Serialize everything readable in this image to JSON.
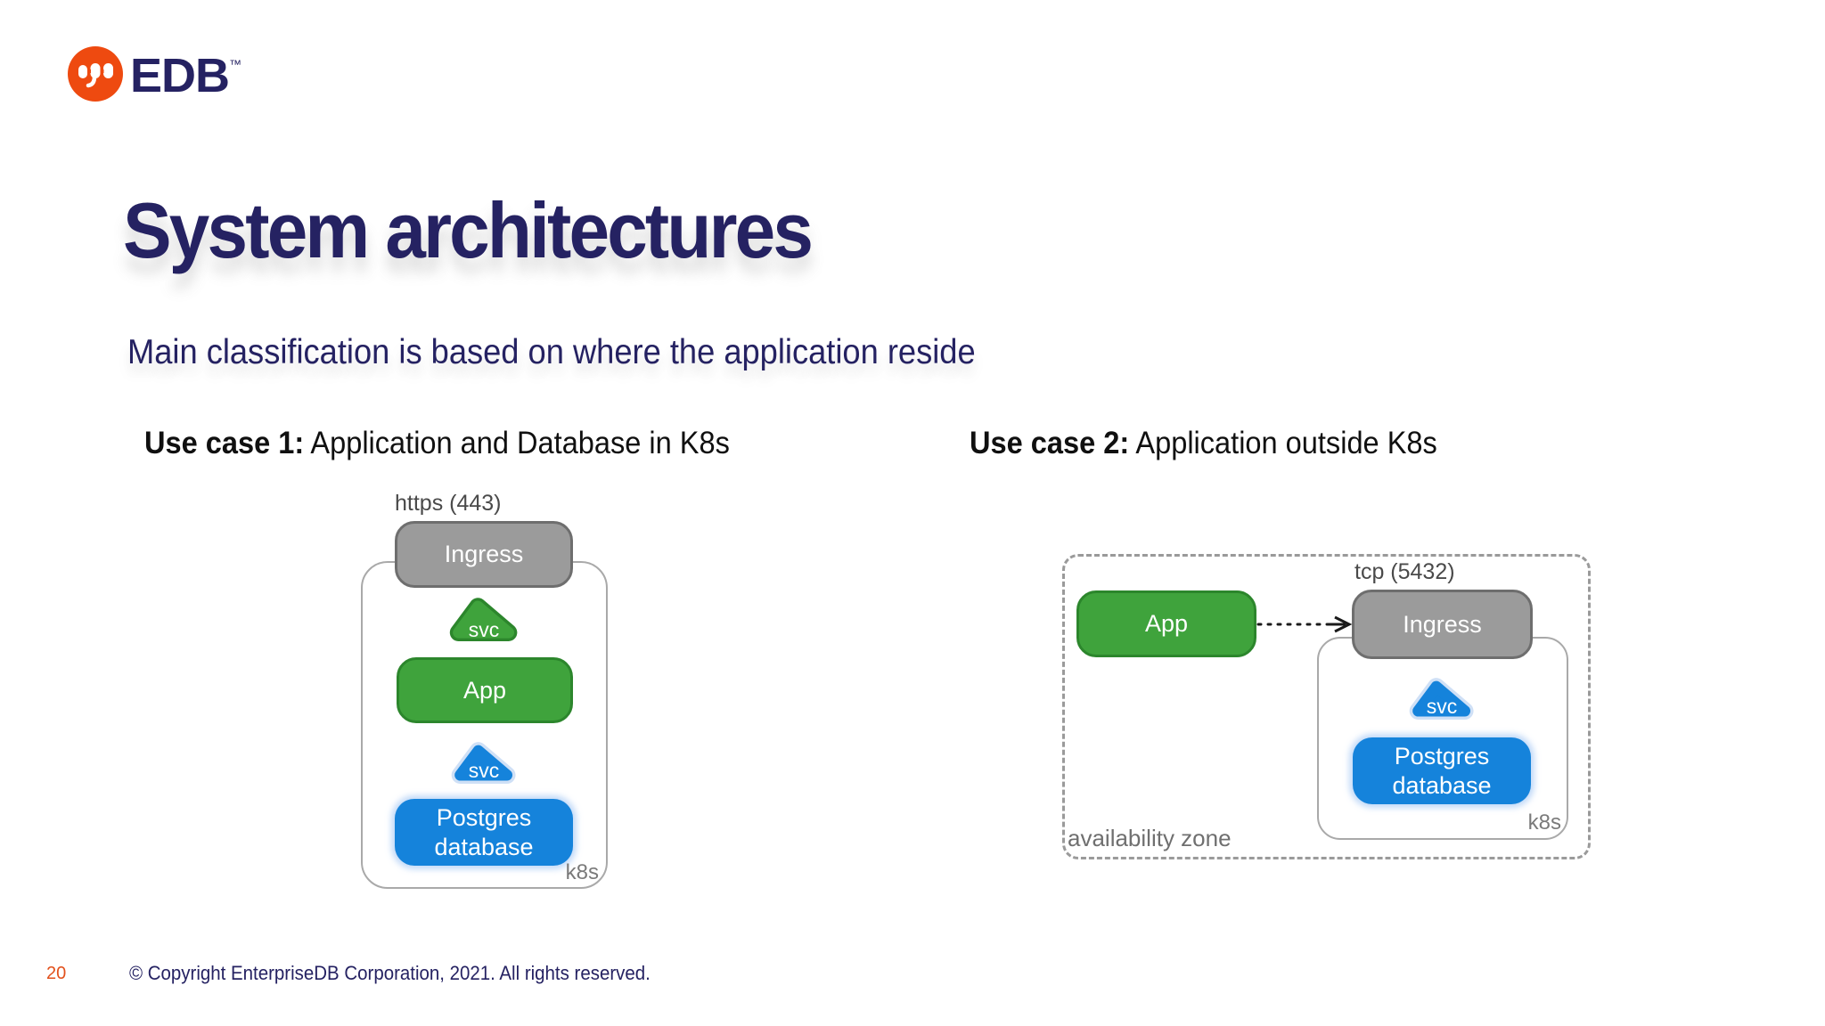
{
  "logo": {
    "brand": "EDB",
    "trademark": "™"
  },
  "slide": {
    "title": "System architectures",
    "subtitle": "Main classification is based on where the application reside",
    "use_cases": [
      {
        "label_bold": "Use case 1:",
        "label_rest": " Application and Database in K8s"
      },
      {
        "label_bold": "Use case 2:",
        "label_rest": " Application outside K8s"
      }
    ]
  },
  "diagram1": {
    "port_label": "https (443)",
    "ingress": "Ingress",
    "svc_top": "svc",
    "app": "App",
    "svc_bottom": "svc",
    "db_line1": "Postgres",
    "db_line2": "database",
    "k8s": "k8s"
  },
  "diagram2": {
    "port_label": "tcp (5432)",
    "app": "App",
    "ingress": "Ingress",
    "svc": "svc",
    "db_line1": "Postgres",
    "db_line2": "database",
    "k8s": "k8s",
    "zone": "availability zone"
  },
  "footer": {
    "page_number": "20",
    "copyright": "© Copyright EnterpriseDB Corporation, 2021. All rights reserved."
  },
  "colors": {
    "brand_navy": "#252262",
    "brand_orange": "#ee4a10",
    "page_number_orange": "#e2511c",
    "heading_black": "#101010",
    "green_fill": "#3fa33c",
    "green_border": "#2c862c",
    "blue_fill": "#1583db",
    "blue_halo": "#cfe0f6",
    "gray_fill": "#9b9b9b",
    "gray_border": "#6e6e6e",
    "container_border": "#a9a9a9",
    "label_gray": "#6f6f6f"
  }
}
